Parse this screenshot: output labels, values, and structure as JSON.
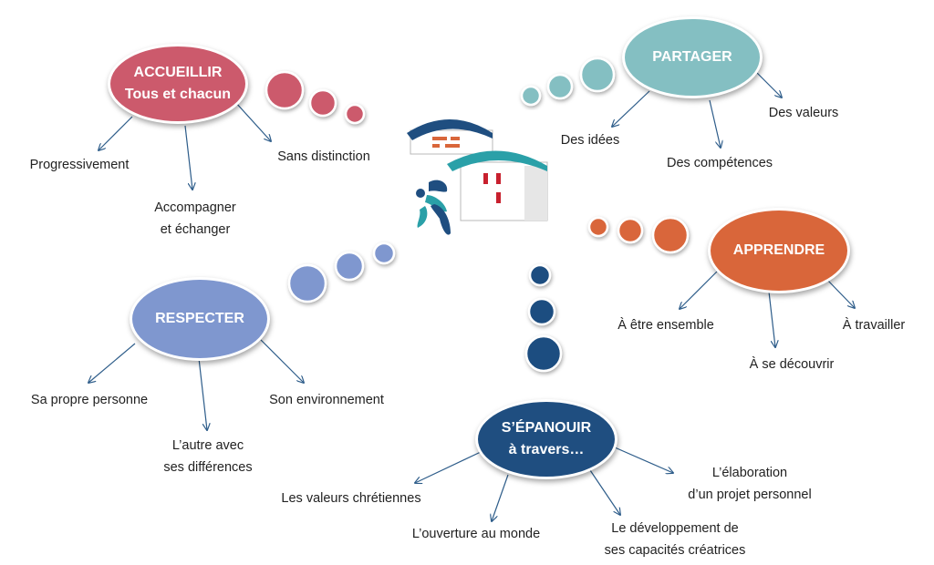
{
  "colors": {
    "accueillir": "#cc5a6c",
    "partager": "#84bfc2",
    "apprendre": "#d9663a",
    "respecter": "#7f97cf",
    "epanouir": "#1f4e80",
    "arrow": "#2e5d8a",
    "logo_dark": "#1f4e80",
    "logo_teal": "#2aa0a8",
    "logo_red": "#c8202e"
  },
  "nodes": {
    "accueillir": {
      "line1": "ACCUEILLIR",
      "line2": "Tous et chacun"
    },
    "partager": {
      "line1": "PARTAGER"
    },
    "apprendre": {
      "line1": "APPRENDRE"
    },
    "respecter": {
      "line1": "RESPECTER"
    },
    "epanouir": {
      "line1": "S’ÉPANOUIR",
      "line2": "à travers…"
    }
  },
  "labels": {
    "progressivement": "Progressivement",
    "accompagner_1": "Accompagner",
    "accompagner_2": "et échanger",
    "sans_distinction": "Sans distinction",
    "des_idees": "Des idées",
    "des_competences": "Des compétences",
    "des_valeurs": "Des valeurs",
    "etre_ensemble": "À être ensemble",
    "se_decouvrir": "À se découvrir",
    "travailler": "À travailler",
    "propre_personne": "Sa propre personne",
    "autre_1": "L’autre avec",
    "autre_2": "ses différences",
    "environnement": "Son environnement",
    "valeurs_chretiennes": "Les valeurs chrétiennes",
    "ouverture": "L’ouverture au monde",
    "developpement_1": "Le développement de",
    "developpement_2": "ses capacités créatrices",
    "elaboration_1": "L’élaboration",
    "elaboration_2": "d’un projet personnel"
  }
}
